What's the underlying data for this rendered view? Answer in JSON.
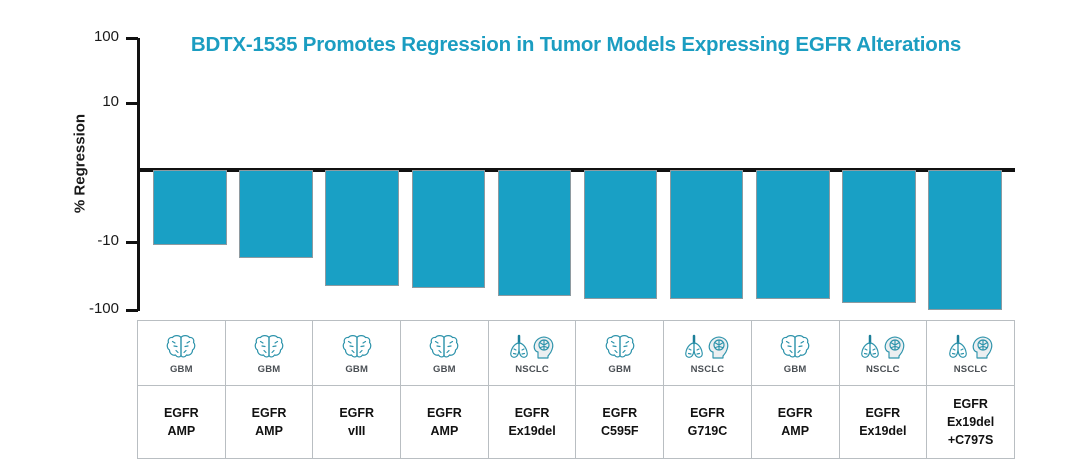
{
  "chart": {
    "title": "BDTX-1535 Promotes Regression in Tumor Models Expressing EGFR Alterations",
    "title_color": "#1b9dc1",
    "bar_color": "#19a0c5",
    "ylabel": "% Regression",
    "ticks": [
      "100",
      "10",
      "-10",
      "-100"
    ]
  },
  "chart_data": {
    "type": "bar",
    "title": "BDTX-1535 Promotes Regression in Tumor Models Expressing EGFR Alterations",
    "xlabel": "",
    "ylabel": "% Regression",
    "yscale": "symlog",
    "ylim": [
      -100,
      100
    ],
    "ytick_labels": [
      "100",
      "10",
      "-10",
      "-100"
    ],
    "grid": false,
    "legend": null,
    "categories": [
      "GBM EGFR AMP",
      "GBM EGFR AMP",
      "GBM EGFR vIII",
      "GBM EGFR AMP",
      "NSCLC EGFR Ex19del",
      "GBM EGFR C595F",
      "NSCLC EGFR G719C",
      "GBM EGFR AMP",
      "NSCLC EGFR Ex19del",
      "NSCLC EGFR Ex19del +C797S"
    ],
    "values": [
      -11,
      -17,
      -45,
      -48,
      -62,
      -68,
      -68,
      -68,
      -80,
      -100
    ],
    "tumor_types": [
      "GBM",
      "GBM",
      "GBM",
      "GBM",
      "NSCLC",
      "GBM",
      "NSCLC",
      "GBM",
      "NSCLC",
      "NSCLC"
    ],
    "alterations": [
      "EGFR AMP",
      "EGFR AMP",
      "EGFR vIII",
      "EGFR AMP",
      "EGFR Ex19del",
      "EGFR C595F",
      "EGFR G719C",
      "EGFR AMP",
      "EGFR Ex19del",
      "EGFR Ex19del +C797S"
    ]
  },
  "table": {
    "columns": [
      {
        "icon": "brain-icon",
        "tumor": "GBM",
        "alt_line1": "EGFR",
        "alt_line2": "AMP",
        "alt_line3": ""
      },
      {
        "icon": "brain-icon",
        "tumor": "GBM",
        "alt_line1": "EGFR",
        "alt_line2": "AMP",
        "alt_line3": ""
      },
      {
        "icon": "brain-icon",
        "tumor": "GBM",
        "alt_line1": "EGFR",
        "alt_line2": "vIII",
        "alt_line3": ""
      },
      {
        "icon": "brain-icon",
        "tumor": "GBM",
        "alt_line1": "EGFR",
        "alt_line2": "AMP",
        "alt_line3": ""
      },
      {
        "icon": "lung-head-icon",
        "tumor": "NSCLC",
        "alt_line1": "EGFR",
        "alt_line2": "Ex19del",
        "alt_line3": ""
      },
      {
        "icon": "brain-icon",
        "tumor": "GBM",
        "alt_line1": "EGFR",
        "alt_line2": "C595F",
        "alt_line3": ""
      },
      {
        "icon": "lung-head-icon",
        "tumor": "NSCLC",
        "alt_line1": "EGFR",
        "alt_line2": "G719C",
        "alt_line3": ""
      },
      {
        "icon": "brain-icon",
        "tumor": "GBM",
        "alt_line1": "EGFR",
        "alt_line2": "AMP",
        "alt_line3": ""
      },
      {
        "icon": "lung-head-icon",
        "tumor": "NSCLC",
        "alt_line1": "EGFR",
        "alt_line2": "Ex19del",
        "alt_line3": ""
      },
      {
        "icon": "lung-head-icon",
        "tumor": "NSCLC",
        "alt_line1": "EGFR",
        "alt_line2": "Ex19del",
        "alt_line3": "+C797S"
      }
    ]
  }
}
